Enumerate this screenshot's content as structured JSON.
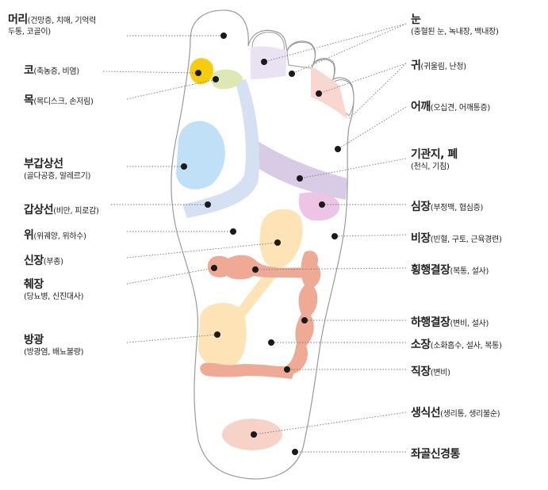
{
  "labels": {
    "head": {
      "name": "머리",
      "sub": "(건망증, 치매, 기억력",
      "sub2": "두통, 코골이)"
    },
    "nose": {
      "name": "코",
      "sub": "(축농증, 비염)"
    },
    "neck": {
      "name": "목",
      "sub": "(목디스크, 손저림)"
    },
    "parathyroid": {
      "name": "부갑상선",
      "sub2": "(골다공증, 알레르기)"
    },
    "thyroid": {
      "name": "갑상선",
      "sub": "(비만, 피로감)"
    },
    "stomach": {
      "name": "위",
      "sub": "(위궤양, 위하수)"
    },
    "kidney": {
      "name": "신장",
      "sub": "(부종)"
    },
    "pancreas": {
      "name": "췌장",
      "sub2": "(당뇨병, 신진대사)"
    },
    "bladder": {
      "name": "방광",
      "sub2": "(방광염, 배뇨불량)"
    },
    "eye": {
      "name": "눈",
      "sub2": "(충혈된 눈, 녹내장, 백내장)"
    },
    "ear": {
      "name": "귀",
      "sub": "(귀울림, 난청)"
    },
    "shoulder": {
      "name": "어깨",
      "sub": "(오십견, 어깨통증)"
    },
    "bronchi": {
      "name": "기관지, 폐",
      "sub2": "(천식, 기침)"
    },
    "heart": {
      "name": "심장",
      "sub": "(부정맥, 협심증)"
    },
    "spleen": {
      "name": "비장",
      "sub": "(빈혈, 구토, 근육경련)"
    },
    "transverse": {
      "name": "횡행결장",
      "sub": "(복통, 설사)"
    },
    "descending": {
      "name": "하행결장",
      "sub": "(변비, 설사)"
    },
    "small": {
      "name": "소장",
      "sub": "(소화흡수, 설사, 복통)"
    },
    "rectum": {
      "name": "직장",
      "sub": "(변비)"
    },
    "reproductive": {
      "name": "생식선",
      "sub": "(생리통, 생리불순)"
    },
    "sciatic": {
      "name": "좌골신경통"
    }
  },
  "colors": {
    "outline": "#9a9a9a",
    "nose": "#f5cd0e",
    "neck": "#dbe8b3",
    "parathyroid": "#bfe0f6",
    "thyroid": "#d6e0f3",
    "shoulder_band": "#d7cbe6",
    "eye_band": "#e8e2f2",
    "ear_band": "#f7d7d0",
    "heart": "#ecc4e6",
    "intestine": "#efaa96",
    "kidney": "#fde3b6",
    "bladder": "#fde3b6",
    "reproductive": "#f7d2c7",
    "dot": "#1a1a1a",
    "leader": "#777777"
  }
}
